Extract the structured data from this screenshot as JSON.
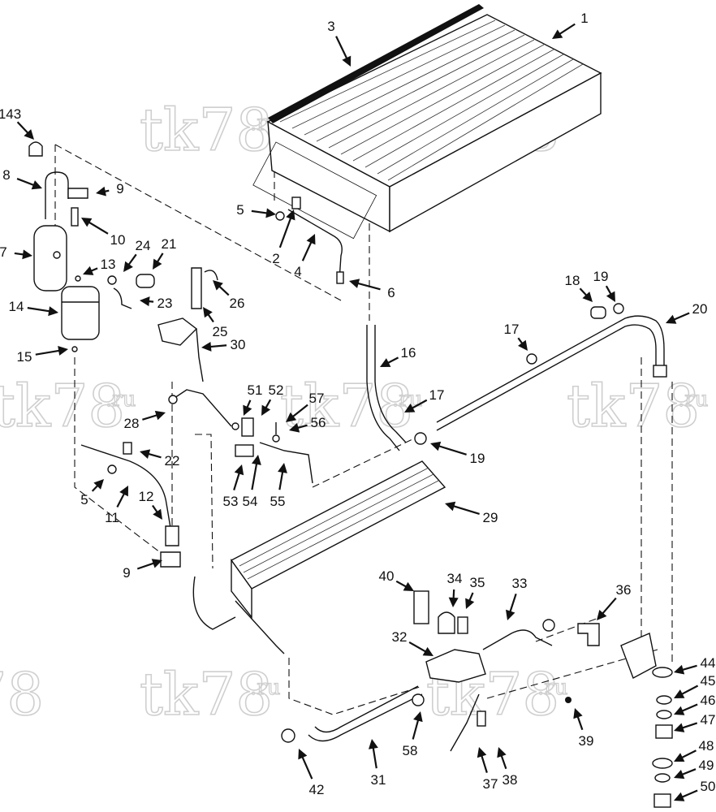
{
  "watermark": {
    "text": "tk78",
    "suffix": ".ru"
  },
  "callouts": [
    {
      "label": "1"
    },
    {
      "label": "3"
    },
    {
      "label": "143"
    },
    {
      "label": "8"
    },
    {
      "label": "9"
    },
    {
      "label": "5"
    },
    {
      "label": "2"
    },
    {
      "label": "4"
    },
    {
      "label": "6"
    },
    {
      "label": "10"
    },
    {
      "label": "7"
    },
    {
      "label": "24"
    },
    {
      "label": "21"
    },
    {
      "label": "13"
    },
    {
      "label": "26"
    },
    {
      "label": "14"
    },
    {
      "label": "23"
    },
    {
      "label": "25"
    },
    {
      "label": "15"
    },
    {
      "label": "30"
    },
    {
      "label": "18"
    },
    {
      "label": "19"
    },
    {
      "label": "20"
    },
    {
      "label": "17"
    },
    {
      "label": "16"
    },
    {
      "label": "51"
    },
    {
      "label": "52"
    },
    {
      "label": "57"
    },
    {
      "label": "56"
    },
    {
      "label": "17"
    },
    {
      "label": "28"
    },
    {
      "label": "19"
    },
    {
      "label": "22"
    },
    {
      "label": "53"
    },
    {
      "label": "54"
    },
    {
      "label": "55"
    },
    {
      "label": "5"
    },
    {
      "label": "11"
    },
    {
      "label": "12"
    },
    {
      "label": "29"
    },
    {
      "label": "9"
    },
    {
      "label": "40"
    },
    {
      "label": "34"
    },
    {
      "label": "35"
    },
    {
      "label": "33"
    },
    {
      "label": "36"
    },
    {
      "label": "32"
    },
    {
      "label": "44"
    },
    {
      "label": "45"
    },
    {
      "label": "46"
    },
    {
      "label": "47"
    },
    {
      "label": "58"
    },
    {
      "label": "39"
    },
    {
      "label": "48"
    },
    {
      "label": "49"
    },
    {
      "label": "42"
    },
    {
      "label": "31"
    },
    {
      "label": "37"
    },
    {
      "label": "38"
    },
    {
      "label": "50"
    }
  ]
}
